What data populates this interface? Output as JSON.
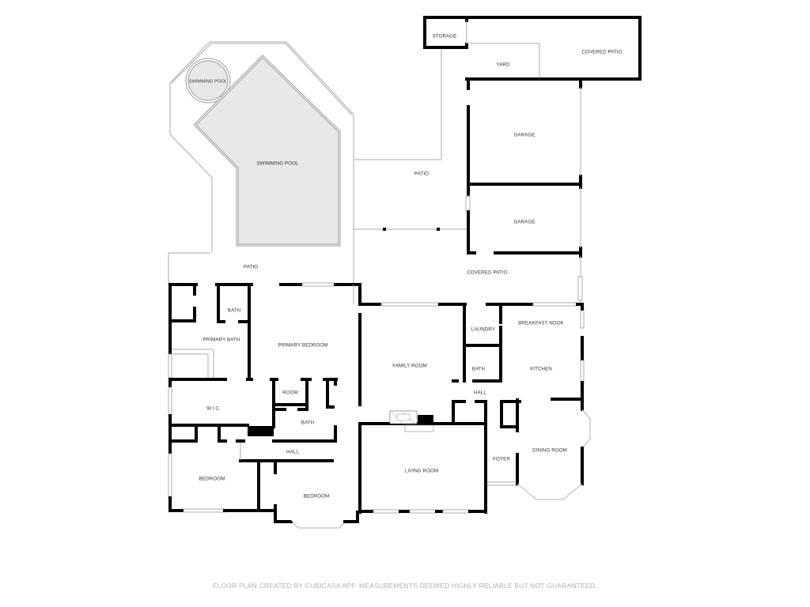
{
  "rooms": {
    "storage": "STORAGE",
    "yard": "YARD",
    "covered_patio_top": "COVERED PATIO",
    "swimming_pool_small": "SWIMMING POOL",
    "swimming_pool_large": "SWIMMING POOL",
    "garage_1": "GARAGE",
    "garage_2": "GARAGE",
    "patio_center": "PATIO",
    "patio_left": "PATIO",
    "covered_patio_middle": "COVERED PATIO",
    "bath_primary_small": "BATH",
    "primary_bath": "PRIMARY BATH",
    "primary_bedroom": "PRIMARY BEDROOM",
    "family_room": "FAMILY ROOM",
    "laundry": "LAUNDRY",
    "breakfast_nook": "BREAKFAST NOOK",
    "bath_center": "BATH",
    "kitchen": "KITCHEN",
    "hall_center": "HALL",
    "wic": "W.I.C.",
    "room": "ROOM",
    "bath_west": "BATH",
    "hall_west": "HALL",
    "bedroom_1": "BEDROOM",
    "bedroom_2": "BEDROOM",
    "living_room": "LIVING ROOM",
    "foyer": "FOYER",
    "dining_room": "DINING ROOM"
  },
  "footer": {
    "disclaimer": "FLOOR PLAN CREATED BY CUBICASA APP. MEASUREMENTS DEEMED HIGHLY RELIABLE BUT NOT GUARANTEED."
  },
  "colors": {
    "wall": "#000000",
    "pool_fill": "#e8e8e8",
    "outline": "#aaaaaa",
    "label": "#333333",
    "footer_text": "#b0b0b0"
  }
}
